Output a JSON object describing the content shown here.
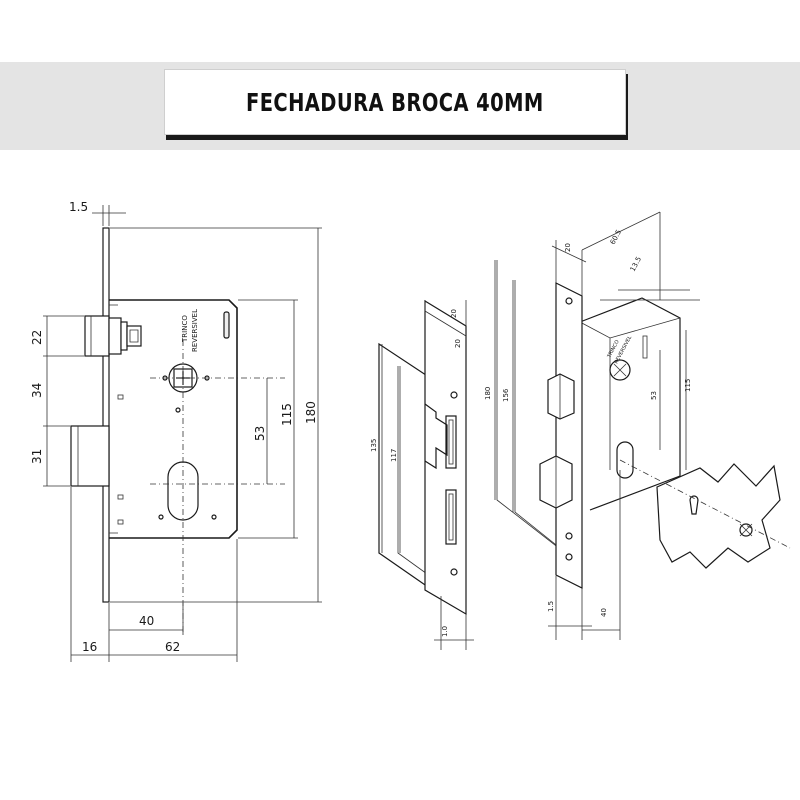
{
  "title": "FECHADURA BROCA 40MM",
  "front_view": {
    "dims": {
      "faceplate": "1.5",
      "latch_height": "22",
      "gap": "34",
      "bolt_height": "31",
      "spindle_to_keyhole": "53",
      "mid_height": "115",
      "total_height": "180",
      "backset": "40",
      "bolt_projection": "16",
      "body_depth": "62"
    },
    "latch_label_1": "TRINCO",
    "latch_label_2": "REVERSIVEL"
  },
  "strike_view": {
    "dims": {
      "width_top": "20",
      "width_inner": "20",
      "height_outer": "135",
      "height_inner": "117",
      "thickness": "1.0"
    }
  },
  "iso_view": {
    "dims": {
      "faceplate_width": "20",
      "depth": "60.5",
      "body_thickness": "13.5",
      "height_total": "180",
      "height_body": "156",
      "center_dist": "53",
      "mid": "115",
      "faceplate": "1.5",
      "backset": "40"
    },
    "latch_label_1": "TRINCO",
    "latch_label_2": "REVERSIVEL"
  }
}
